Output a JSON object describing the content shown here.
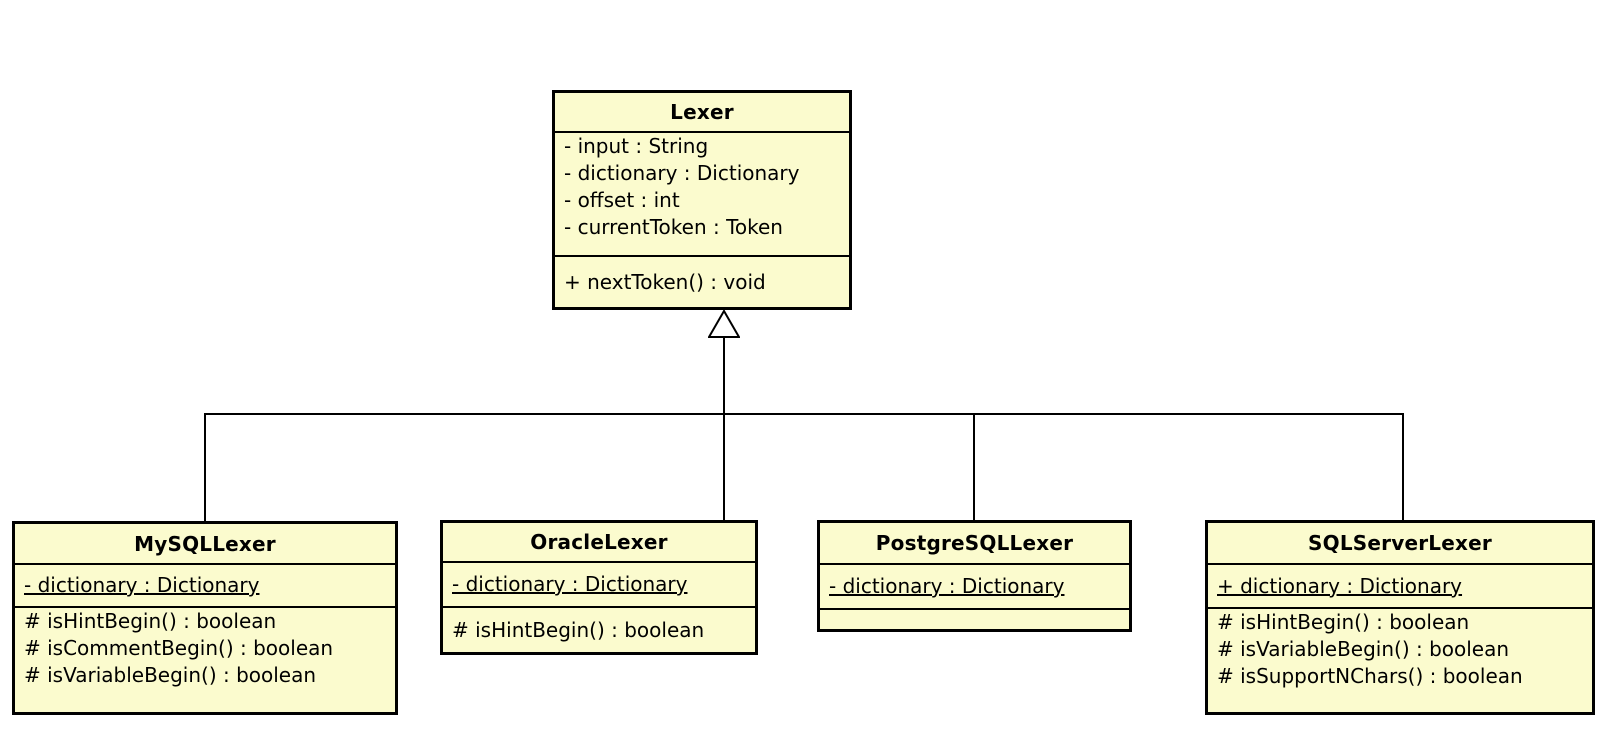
{
  "diagram": {
    "kind": "uml-class-diagram",
    "colors": {
      "background": "#ffffff",
      "class_fill": "#fbfbce",
      "border": "#000000",
      "text": "#000000"
    }
  },
  "classes": {
    "lexer": {
      "name": "Lexer",
      "attributes": [
        "- input : String",
        "- dictionary : Dictionary",
        "- offset : int",
        "- currentToken : Token"
      ],
      "operations": [
        "+ nextToken() : void"
      ]
    },
    "mysql": {
      "name": "MySQLLexer",
      "attributes": [
        "- dictionary : Dictionary"
      ],
      "operations": [
        "# isHintBegin() : boolean",
        "# isCommentBegin() : boolean",
        "# isVariableBegin() : boolean"
      ]
    },
    "oracle": {
      "name": "OracleLexer",
      "attributes": [
        "- dictionary : Dictionary"
      ],
      "operations": [
        "# isHintBegin() : boolean"
      ]
    },
    "postgresql": {
      "name": "PostgreSQLLexer",
      "attributes": [
        "- dictionary : Dictionary"
      ],
      "operations": []
    },
    "sqlserver": {
      "name": "SQLServerLexer",
      "attributes": [
        "+ dictionary : Dictionary"
      ],
      "operations": [
        "# isHintBegin() : boolean",
        "# isVariableBegin() : boolean",
        "# isSupportNChars() : boolean"
      ]
    }
  },
  "relationships": [
    {
      "type": "generalization",
      "from": "MySQLLexer",
      "to": "Lexer"
    },
    {
      "type": "generalization",
      "from": "OracleLexer",
      "to": "Lexer"
    },
    {
      "type": "generalization",
      "from": "PostgreSQLLexer",
      "to": "Lexer"
    },
    {
      "type": "generalization",
      "from": "SQLServerLexer",
      "to": "Lexer"
    }
  ]
}
